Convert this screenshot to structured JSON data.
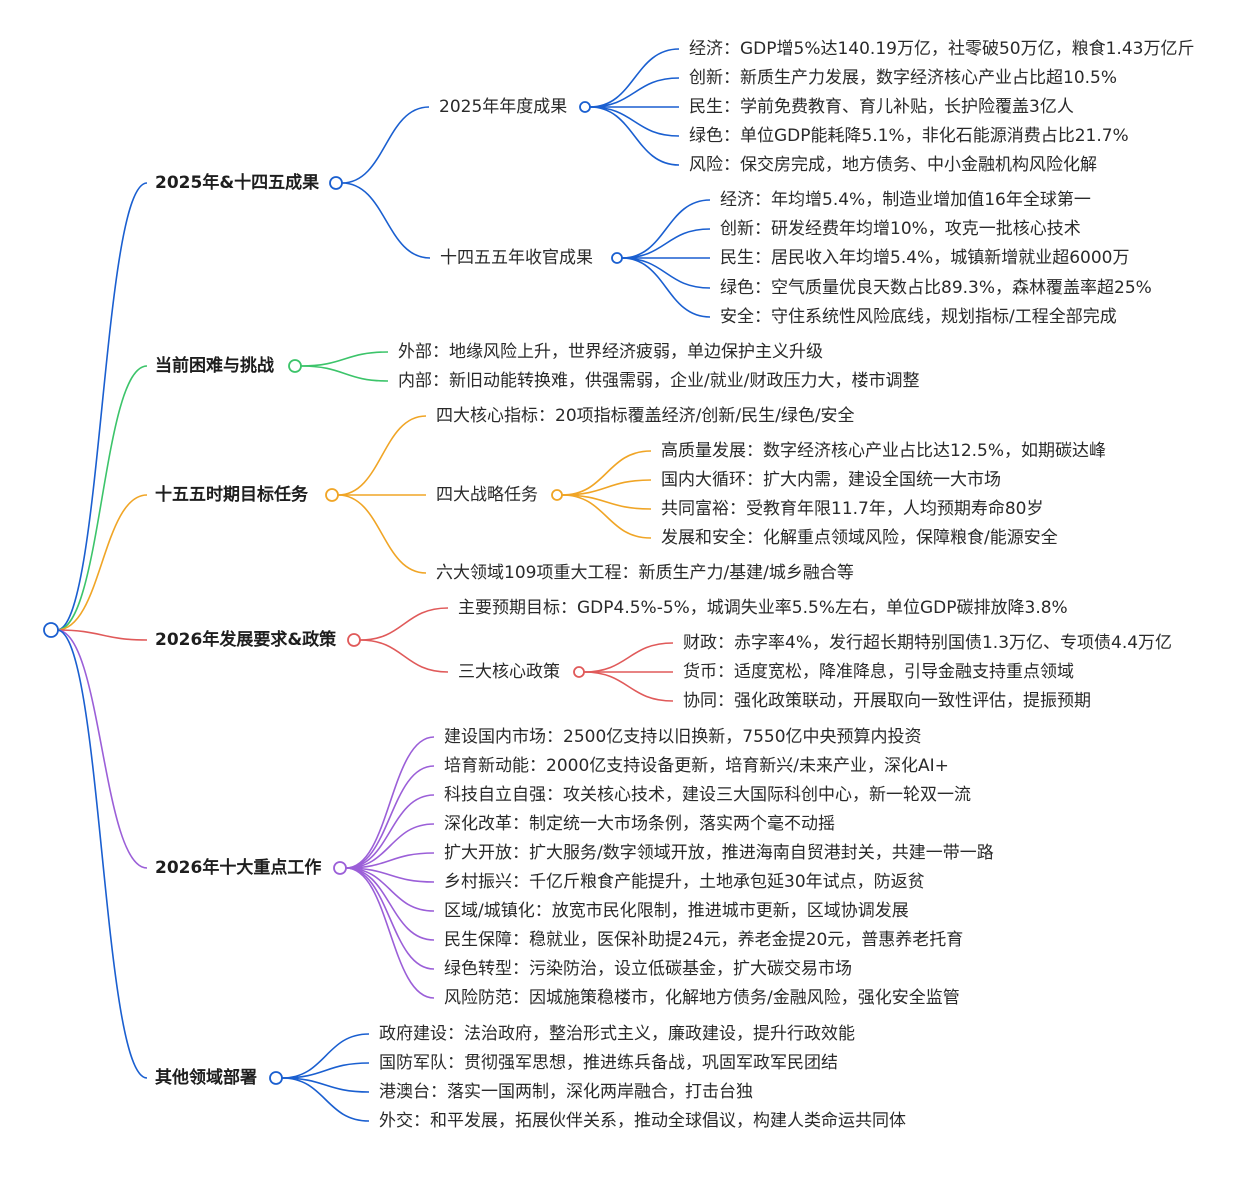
{
  "root": {
    "color": "#1a5fd0",
    "branches": [
      {
        "label": "2025年&十四五成果",
        "color": "#1a5fd0",
        "children": [
          {
            "label": "2025年年度成果",
            "children": [
              {
                "label": "经济：GDP增5%达140.19万亿，社零破50万亿，粮食1.43万亿斤"
              },
              {
                "label": "创新：新质生产力发展，数字经济核心产业占比超10.5%"
              },
              {
                "label": "民生：学前免费教育、育儿补贴，长护险覆盖3亿人"
              },
              {
                "label": "绿色：单位GDP能耗降5.1%，非化石能源消费占比21.7%"
              },
              {
                "label": "风险：保交房完成，地方债务、中小金融机构风险化解"
              }
            ]
          },
          {
            "label": "十四五五年收官成果",
            "children": [
              {
                "label": "经济：年均增5.4%，制造业增加值16年全球第一"
              },
              {
                "label": "创新：研发经费年均增10%，攻克一批核心技术"
              },
              {
                "label": "民生：居民收入年均增5.4%，城镇新增就业超6000万"
              },
              {
                "label": "绿色：空气质量优良天数占比89.3%，森林覆盖率超25%"
              },
              {
                "label": "安全：守住系统性风险底线，规划指标/工程全部完成"
              }
            ]
          }
        ]
      },
      {
        "label": "当前困难与挑战",
        "color": "#3cc46a",
        "children": [
          {
            "label": "外部：地缘风险上升，世界经济疲弱，单边保护主义升级"
          },
          {
            "label": "内部：新旧动能转换难，供强需弱，企业/就业/财政压力大，楼市调整"
          }
        ]
      },
      {
        "label": "十五五时期目标任务",
        "color": "#f0a526",
        "children": [
          {
            "label": "四大核心指标：20项指标覆盖经济/创新/民生/绿色/安全"
          },
          {
            "label": "四大战略任务",
            "children": [
              {
                "label": "高质量发展：数字经济核心产业占比达12.5%，如期碳达峰"
              },
              {
                "label": "国内大循环：扩大内需，建设全国统一大市场"
              },
              {
                "label": "共同富裕：受教育年限11.7年，人均预期寿命80岁"
              },
              {
                "label": "发展和安全：化解重点领域风险，保障粮食/能源安全"
              }
            ]
          },
          {
            "label": "六大领域109项重大工程：新质生产力/基建/城乡融合等"
          }
        ]
      },
      {
        "label": "2026年发展要求&政策",
        "color": "#e05a5a",
        "children": [
          {
            "label": "主要预期目标：GDP4.5%-5%，城调失业率5.5%左右，单位GDP碳排放降3.8%"
          },
          {
            "label": "三大核心政策",
            "children": [
              {
                "label": "财政：赤字率4%，发行超长期特别国债1.3万亿、专项债4.4万亿"
              },
              {
                "label": "货币：适度宽松，降准降息，引导金融支持重点领域"
              },
              {
                "label": "协同：强化政策联动，开展取向一致性评估，提振预期"
              }
            ]
          }
        ]
      },
      {
        "label": "2026年十大重点工作",
        "color": "#9b5fd8",
        "children": [
          {
            "label": "建设国内市场：2500亿支持以旧换新，7550亿中央预算内投资"
          },
          {
            "label": "培育新动能：2000亿支持设备更新，培育新兴/未来产业，深化AI+"
          },
          {
            "label": "科技自立自强：攻关核心技术，建设三大国际科创中心，新一轮双一流"
          },
          {
            "label": "深化改革：制定统一大市场条例，落实两个毫不动摇"
          },
          {
            "label": "扩大开放：扩大服务/数字领域开放，推进海南自贸港封关，共建一带一路"
          },
          {
            "label": "乡村振兴：千亿斤粮食产能提升，土地承包延30年试点，防返贫"
          },
          {
            "label": "区域/城镇化：放宽市民化限制，推进城市更新，区域协调发展"
          },
          {
            "label": "民生保障：稳就业，医保补助提24元，养老金提20元，普惠养老托育"
          },
          {
            "label": "绿色转型：污染防治，设立低碳基金，扩大碳交易市场"
          },
          {
            "label": "风险防范：因城施策稳楼市，化解地方债务/金融风险，强化安全监管"
          }
        ]
      },
      {
        "label": "其他领域部署",
        "color": "#1a5fd0",
        "children": [
          {
            "label": "政府建设：法治政府，整治形式主义，廉政建设，提升行政效能"
          },
          {
            "label": "国防军队：贯彻强军思想，推进练兵备战，巩固军政军民团结"
          },
          {
            "label": "港澳台：落实一国两制，深化两岸融合，打击台独"
          },
          {
            "label": "外交：和平发展，拓展伙伴关系，推动全球倡议，构建人类命运共同体"
          }
        ]
      }
    ]
  }
}
